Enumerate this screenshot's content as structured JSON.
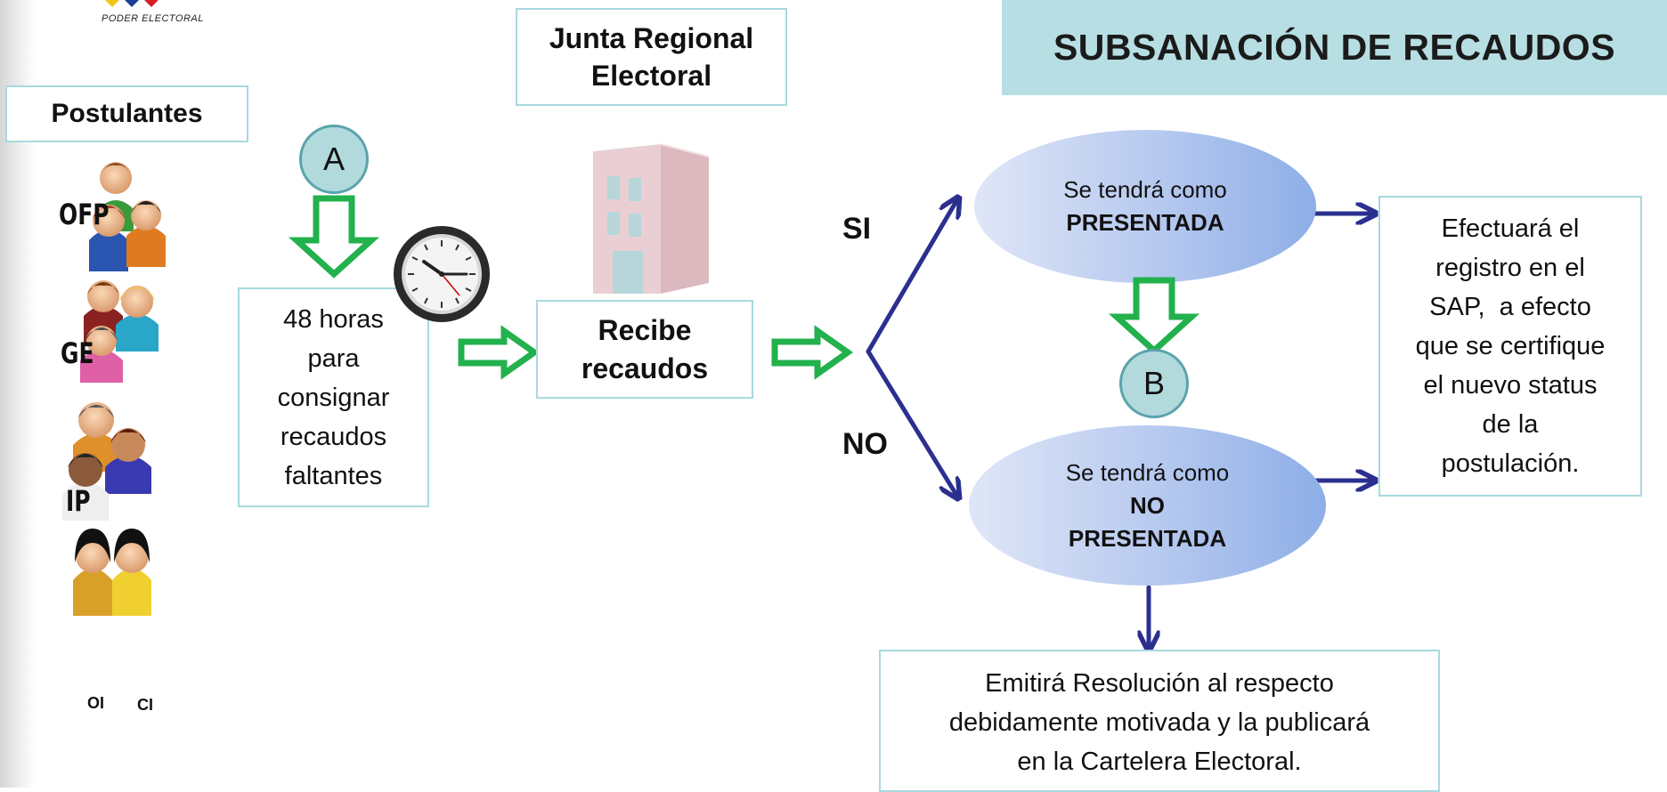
{
  "header": {
    "logo_text": "PODER ELECTORAL",
    "title": "SUBSANACIÓN DE RECAUDOS"
  },
  "postulantes": {
    "label": "Postulantes",
    "groups": [
      "OFP",
      "GE",
      "IP"
    ],
    "bottom_labels": [
      "OI",
      "CI"
    ]
  },
  "flow": {
    "step_a": "A",
    "step_b": "B",
    "deadline_lines": [
      "48 horas",
      "para",
      "consignar",
      "recaudos",
      "faltantes"
    ],
    "junta_lines": [
      "Junta Regional",
      "Electoral"
    ],
    "recibe_lines": [
      "Recibe",
      "recaudos"
    ],
    "si_label": "SI",
    "no_label": "NO",
    "presentada": {
      "prefix": "Se tendrá como",
      "bold": "PRESENTADA"
    },
    "no_presentada": {
      "prefix": "Se tendrá como",
      "bold_lines": [
        "NO",
        "PRESENTADA"
      ]
    },
    "efectuara_lines": [
      "Efectuará el",
      "registro en el",
      "SAP,  a efecto",
      "que se certifique",
      "el nuevo status",
      "de la",
      "postulación."
    ],
    "resolucion_lines": [
      "Emitirá Resolución al respecto",
      "debidamente motivada y la publicará",
      "en la Cartelera Electoral."
    ]
  },
  "colors": {
    "box_border": "#a8d9df",
    "title_bg": "#b7dfe3",
    "circle_fill": "#b2dadd",
    "green_arrow": "#22b14c",
    "navy_arrow": "#2b2f8f"
  }
}
